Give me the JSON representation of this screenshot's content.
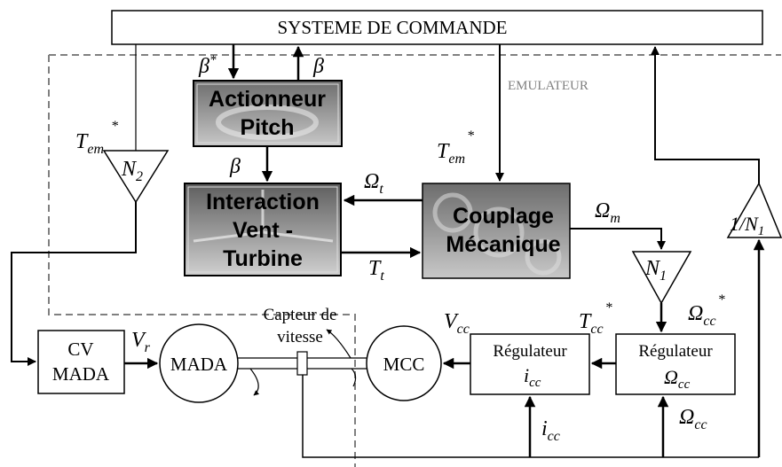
{
  "top_block": {
    "label": "SYSTEME DE COMMANDE"
  },
  "emulator_label": "EMULATEUR",
  "blocks": {
    "actionneur": {
      "line1": "Actionneur",
      "line2": "Pitch"
    },
    "interaction": {
      "line1": "Interaction",
      "line2": "Vent -",
      "line3": "Turbine"
    },
    "couplage": {
      "line1": "Couplage",
      "line2": "Mécanique"
    },
    "cv_mada": {
      "line1": "CV",
      "line2": "MADA"
    },
    "mada": {
      "label": "MADA"
    },
    "mcc": {
      "label": "MCC"
    },
    "reg_icc": {
      "line1": "Régulateur",
      "sub_main": "i",
      "sub_sub": "cc"
    },
    "reg_omega": {
      "line1": "Régulateur",
      "sub_main": "Ω",
      "sub_sub": "cc"
    }
  },
  "gains": {
    "n2": {
      "main": "N",
      "sub": "2"
    },
    "n1": {
      "main": "N",
      "sub": "1"
    },
    "inv_n1": {
      "main": "1/N",
      "sub": "1"
    }
  },
  "sensor_label": {
    "line1": "Capteur de",
    "line2": "vitesse"
  },
  "signals": {
    "beta_star": {
      "main": "β",
      "sup": "*"
    },
    "beta_fb": {
      "main": "β"
    },
    "beta_mid": {
      "main": "β"
    },
    "tem_left": {
      "main": "T",
      "sub": "em",
      "sup": "*"
    },
    "tem_mid": {
      "main": "T",
      "sub": "em",
      "sup": "*"
    },
    "omega_t": {
      "main": "Ω",
      "sub": "t"
    },
    "t_t": {
      "main": "T",
      "sub": "t"
    },
    "omega_m": {
      "main": "Ω",
      "sub": "m"
    },
    "v_r": {
      "main": "V",
      "sub": "r"
    },
    "v_cc": {
      "main": "V",
      "sub": "cc"
    },
    "t_cc": {
      "main": "T",
      "sub": "cc",
      "sup": "*"
    },
    "omega_cc_star": {
      "main": "Ω",
      "sub": "cc",
      "sup": "*"
    },
    "i_cc": {
      "main": "i",
      "sub": "cc"
    },
    "omega_cc": {
      "main": "Ω",
      "sub": "cc"
    }
  }
}
